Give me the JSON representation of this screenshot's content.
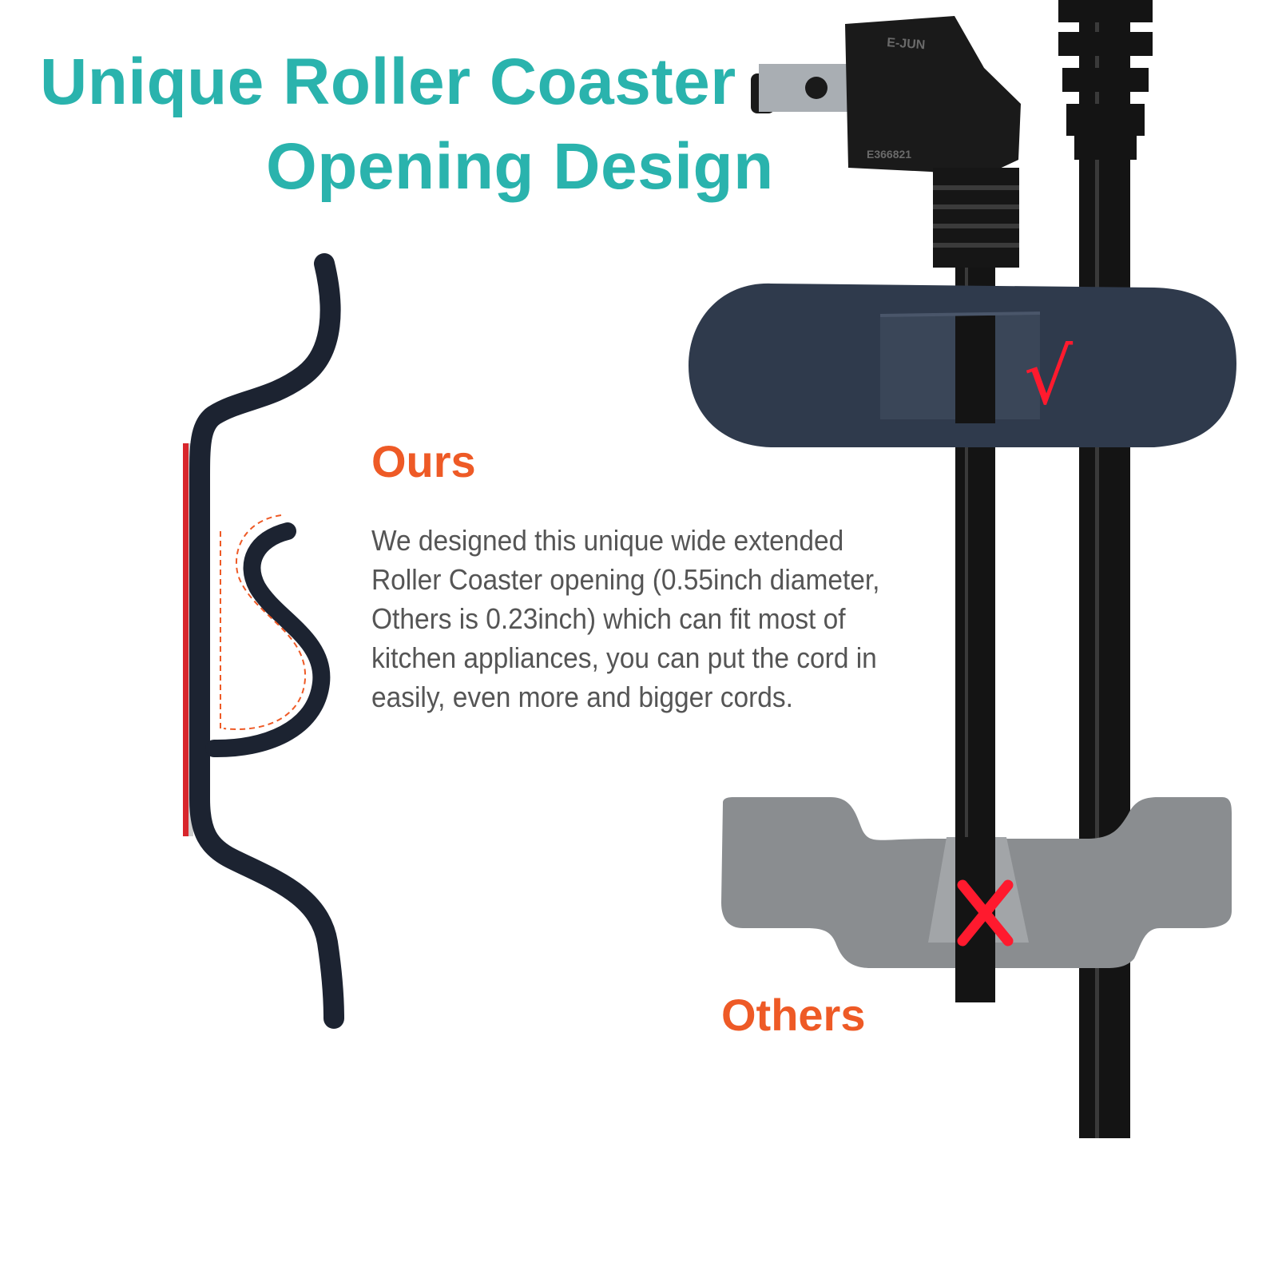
{
  "heading": {
    "line1": "Unique Roller Coaster",
    "line2": "Opening Design"
  },
  "ours": {
    "label": "Ours",
    "description_lines": [
      "We designed this unique wide extended",
      "Roller Coaster opening (0.55inch diameter,",
      "Others is 0.23inch) which can fit most of",
      "kitchen appliances, you can put the cord in",
      "easily, even more and bigger cords."
    ],
    "check_mark": "√"
  },
  "others": {
    "label": "Others"
  },
  "plug": {
    "brand_text": "E-JUN",
    "cert_text": "E366821"
  },
  "colors": {
    "heading": "#2ab3ad",
    "label": "#ee5a26",
    "clip_ours": "#2f3a4c",
    "clip_others": "#8a8d90",
    "cord": "#111111",
    "mark": "#ff1a2e"
  }
}
